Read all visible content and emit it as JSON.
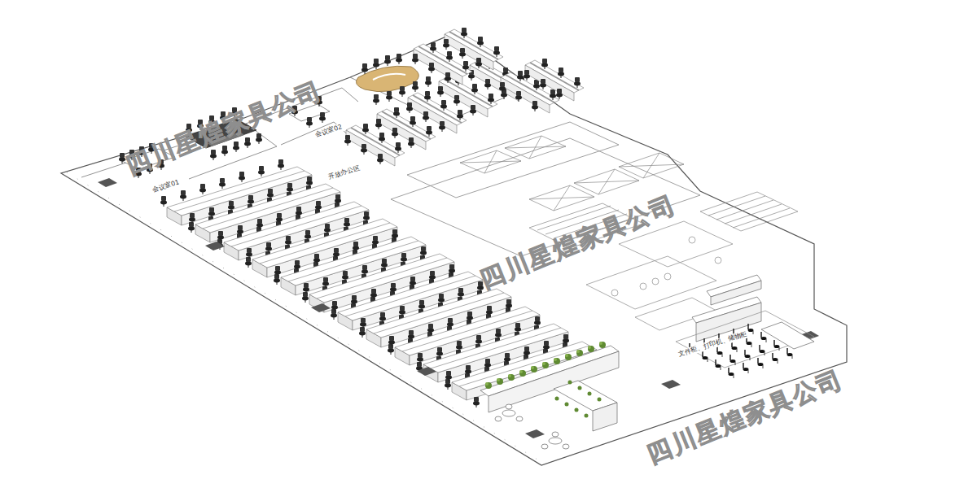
{
  "diagram": {
    "labels": [
      "会议室01",
      "会议室02",
      "开放办公区",
      "文件柜、打印机、储物柜",
      "四川星煌家具公司",
      "四川星煌家具公司",
      "四川星煌家具公司"
    ]
  }
}
